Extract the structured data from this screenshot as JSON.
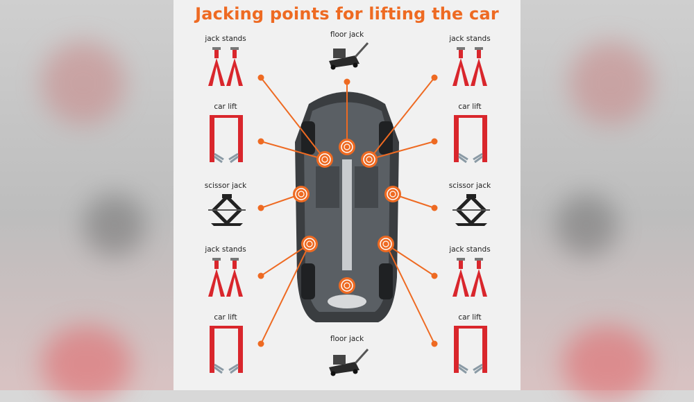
{
  "title": "Jacking points for lifting the car",
  "labels": {
    "left_jack_stands_top": "jack stands",
    "left_car_lift_top": "car lift",
    "left_scissor_jack": "scissor jack",
    "left_jack_stands_bottom": "jack stands",
    "left_car_lift_bottom": "car lift",
    "floor_jack_top": "floor jack",
    "floor_jack_bottom": "floor jack",
    "right_jack_stands_top": "jack stands",
    "right_car_lift_top": "car lift",
    "right_scissor_jack": "scissor jack",
    "right_jack_stands_bottom": "jack stands",
    "right_car_lift_bottom": "car lift"
  },
  "colors": {
    "accent": "#ee6a22",
    "tool_red": "#d9262c",
    "lift_gray": "#8a9aa5",
    "car_dark": "#3a3d40",
    "panel": "#f1f1f1"
  },
  "icons": [
    "jack-stand-icon",
    "car-lift-icon",
    "scissor-jack-icon",
    "floor-jack-icon",
    "jacking-point-marker-icon",
    "car-underside-icon"
  ]
}
